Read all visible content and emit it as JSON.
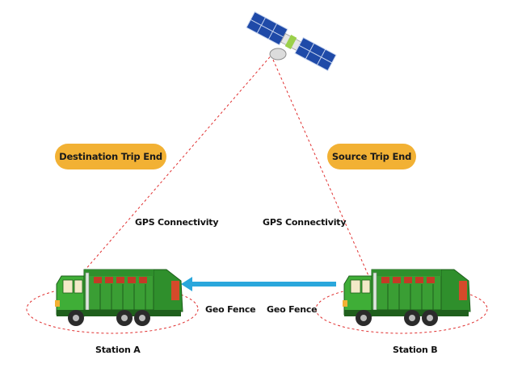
{
  "badges": {
    "destination": "Destination Trip End",
    "source": "Source Trip End"
  },
  "links": {
    "left": "GPS Connectivity",
    "right": "GPS Connectivity"
  },
  "geofence": {
    "left": "Geo Fence",
    "right": "Geo Fence"
  },
  "stations": {
    "a": "Station A",
    "b": "Station B"
  },
  "colors": {
    "badge": "#f2b134",
    "arrow": "#2aa7dc",
    "dashed": "#e03030",
    "truck_body": "#2f8f2c",
    "satellite_panel": "#1f4aa8"
  },
  "icons": {
    "satellite": "satellite-icon",
    "truck": "garbage-truck-icon",
    "arrow": "arrow-left-icon"
  }
}
